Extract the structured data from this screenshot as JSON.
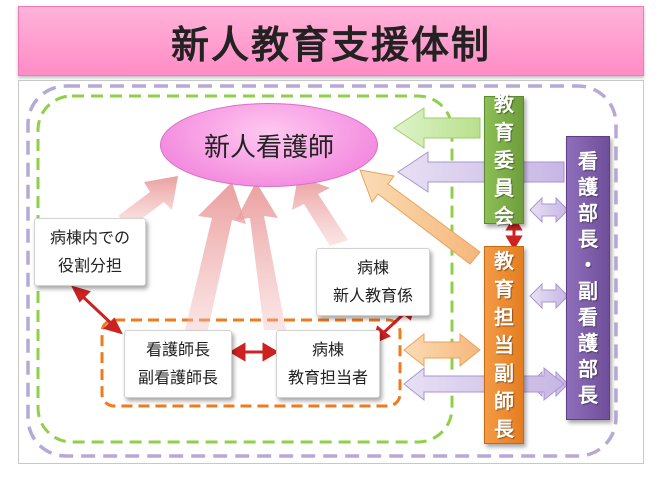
{
  "title": "新人教育支援体制",
  "center": "新人看護師",
  "boxes": {
    "role_l1": "病棟内での",
    "role_l2": "役割分担",
    "newedu_l1": "病棟",
    "newedu_l2": "新人教育係",
    "head_l1": "看護師長",
    "head_l2": "副看護師長",
    "ward_l1": "病棟",
    "ward_l2": "教育担当者"
  },
  "bars": {
    "committee": [
      "教",
      "育",
      "委",
      "員",
      "会"
    ],
    "vice": [
      "教",
      "育",
      "担",
      "当",
      "副",
      "師",
      "長"
    ],
    "director": [
      "看",
      "護",
      "部",
      "長",
      "・",
      "副",
      "看",
      "護",
      "部",
      "長"
    ]
  },
  "colors": {
    "title_bg": "#ff99cc",
    "committee": "#77a642",
    "vice": "#ee8a2b",
    "director": "#7c5ca6",
    "dashed_purple": "#b7a9d6",
    "dashed_green": "#8fcf4a",
    "dashed_orange": "#f07b1c",
    "arrow_red": "#cc2222"
  }
}
